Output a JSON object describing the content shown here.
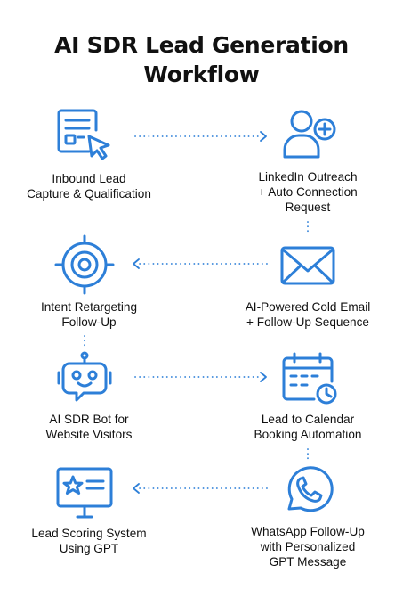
{
  "title": {
    "line1": "AI SDR Lead Generation",
    "line2": "Workflow"
  },
  "accent_color": "#2D7FD8",
  "steps": [
    {
      "icon": "form-cursor-icon",
      "lines": [
        "Inbound Lead",
        "Capture & Qualification"
      ]
    },
    {
      "icon": "add-user-icon",
      "lines": [
        "LinkedIn Outreach",
        "+ Auto Connection",
        "Request"
      ]
    },
    {
      "icon": "envelope-icon",
      "lines": [
        "AI-Powered Cold Email",
        "+ Follow-Up Sequence"
      ]
    },
    {
      "icon": "target-icon",
      "lines": [
        "Intent Retargeting",
        "Follow-Up"
      ]
    },
    {
      "icon": "robot-chat-icon",
      "lines": [
        "AI SDR Bot for",
        "Website Visitors"
      ]
    },
    {
      "icon": "calendar-clock-icon",
      "lines": [
        "Lead to Calendar",
        "Booking Automation"
      ]
    },
    {
      "icon": "whatsapp-phone-icon",
      "lines": [
        "WhatsApp Follow-Up",
        "with Personalized",
        "GPT Message"
      ]
    },
    {
      "icon": "scoring-monitor-icon",
      "lines": [
        "Lead Scoring System",
        "Using GPT"
      ]
    }
  ]
}
